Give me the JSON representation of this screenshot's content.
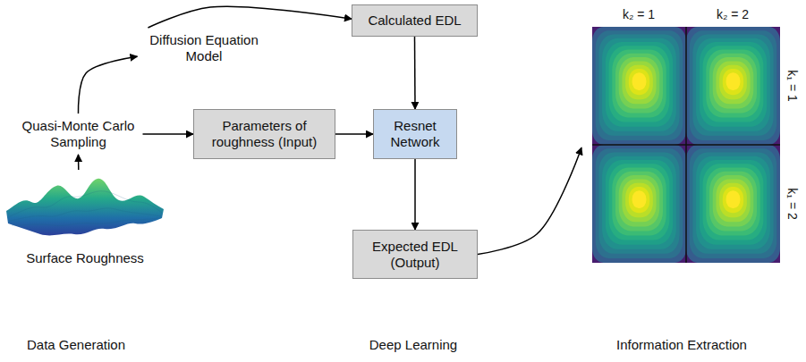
{
  "diagram": {
    "nodes": [
      {
        "text": [
          "Quasi-Monte Carlo Sampling"
        ]
      },
      {
        "text": [
          "Diffusion Equation Model"
        ]
      },
      {
        "text": [
          "Calculated EDL"
        ]
      },
      {
        "text": [
          "Parameters of roughness (Input)"
        ]
      },
      {
        "text": [
          "Resnet Network"
        ]
      },
      {
        "text": [
          "Expected EDL (Output)"
        ]
      },
      {
        "text": [
          "k₂ = 1",
          "k₂ = 2",
          "k₁ = 1",
          "k₁ = 2"
        ]
      },
      {
        "text": [
          "Surface Roughness"
        ]
      }
    ],
    "edges": [
      {
        "from": 7,
        "to": 0,
        "arrow": "to"
      },
      {
        "from": 0,
        "to": 1,
        "arrow": "to"
      },
      {
        "from": 1,
        "to": 2,
        "arrow": "to"
      },
      {
        "from": 0,
        "to": 3,
        "arrow": "to"
      },
      {
        "from": 3,
        "to": 4,
        "arrow": "to"
      },
      {
        "from": 2,
        "to": 4,
        "arrow": "to"
      },
      {
        "from": 4,
        "to": 5,
        "arrow": "to"
      },
      {
        "from": 5,
        "to": 6,
        "arrow": "to"
      }
    ],
    "labels": [
      "Data Generation",
      "Deep Learning",
      "Information Extraction"
    ]
  }
}
